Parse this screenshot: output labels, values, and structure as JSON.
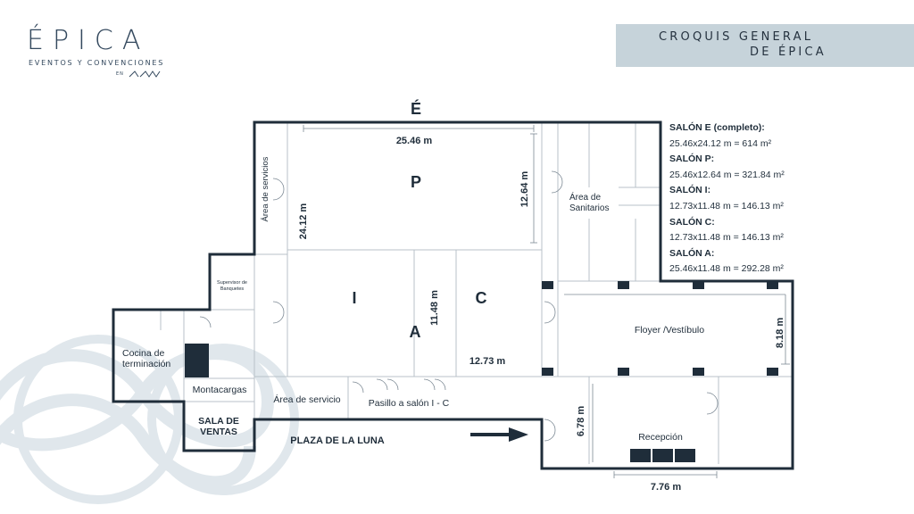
{
  "logo": {
    "name": "ÉPICA",
    "tagline": "EVENTOS Y CONVENCIONES",
    "en": "EN"
  },
  "header": {
    "title_line1": "CROQUIS GENERAL",
    "title_line2": "DE ÉPICA"
  },
  "plan": {
    "top_letter": "É",
    "rooms": {
      "P": "P",
      "I": "I",
      "A": "A",
      "C": "C"
    },
    "labels": {
      "area_servicios_vertical": "Área de servicios",
      "sanitarios_1": "Área de",
      "sanitarios_2": "Sanitarios",
      "supervisor_1": "Supervisor de",
      "supervisor_2": "Banquetes",
      "cocina_1": "Cocina de",
      "cocina_2": "terminación",
      "montacargas": "Montacargas",
      "sala_ventas_1": "SALA DE",
      "sala_ventas_2": "VENTAS",
      "area_servicio": "Área de servicio",
      "pasillo": "Pasillo a salón I - C",
      "plaza": "PLAZA DE LA LUNA",
      "foyer": "Floyer /Vestíbulo",
      "recepcion": "Recepción"
    },
    "dimensions": {
      "top_width": "25.46 m",
      "left_height": "24.12 m",
      "p_height": "12.64 m",
      "a_height": "11.48 m",
      "c_width": "12.73 m",
      "foyer_height": "8.18 m",
      "recepcion_height": "6.78 m",
      "recepcion_width": "7.76 m"
    }
  },
  "legend": [
    {
      "heading": "SALÓN E (completo):",
      "value": "25.46x24.12 m = 614 m²"
    },
    {
      "heading": "SALÓN P:",
      "value": "25.46x12.64 m = 321.84 m²"
    },
    {
      "heading": "SALÓN I:",
      "value": "12.73x11.48 m = 146.13 m²"
    },
    {
      "heading": "SALÓN C:",
      "value": "12.73x11.48 m = 146.13 m²"
    },
    {
      "heading": "SALÓN A:",
      "value": "25.46x11.48 m = 292.28 m²"
    }
  ],
  "colors": {
    "wall": "#1f2d3a",
    "title_bg": "#c6d3da",
    "watermark": "#dde5ea"
  }
}
